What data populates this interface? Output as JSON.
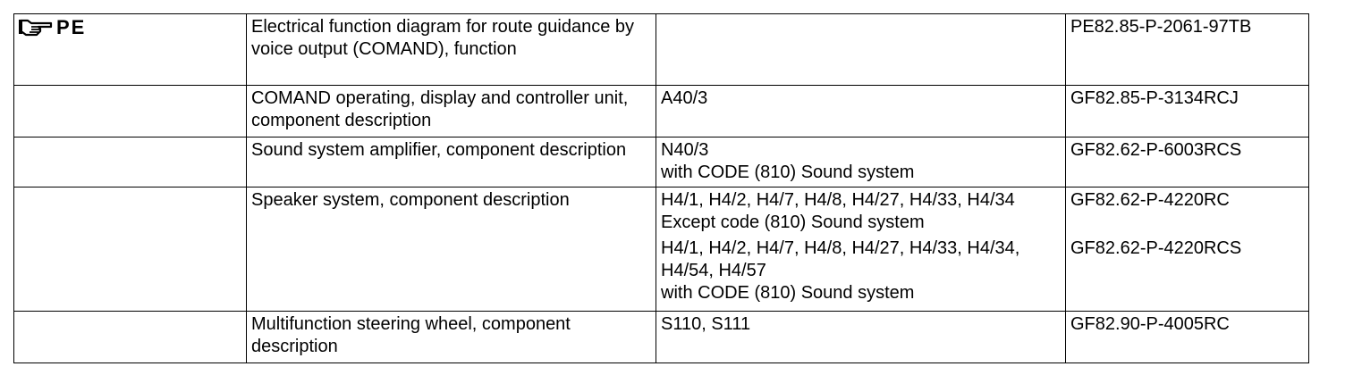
{
  "pe_label": "PE",
  "rows": [
    {
      "description": "Electrical function diagram for route guidance by voice output (COMAND), function",
      "component": "",
      "ref": "PE82.85-P-2061-97TB"
    },
    {
      "description": "COMAND operating, display and controller unit, component description",
      "component": "A40/3",
      "ref": "GF82.85-P-3134RCJ"
    },
    {
      "description": "Sound system amplifier, component description",
      "component_line1": "N40/3",
      "component_line2": "with CODE (810) Sound system",
      "ref": "GF82.62-P-6003RCS"
    },
    {
      "description": "Speaker system, component description",
      "block1_line1": "H4/1, H4/2, H4/7, H4/8, H4/27, H4/33, H4/34",
      "block1_line2": "Except code (810) Sound system",
      "block1_ref": "GF82.62-P-4220RC",
      "block2_line1": "H4/1, H4/2, H4/7, H4/8, H4/27, H4/33, H4/34, H4/54, H4/57",
      "block2_line2": "with CODE (810) Sound system",
      "block2_ref": "GF82.62-P-4220RCS"
    },
    {
      "description": "Multifunction steering wheel, component description",
      "component": "S110, S111",
      "ref": "GF82.90-P-4005RC"
    }
  ]
}
